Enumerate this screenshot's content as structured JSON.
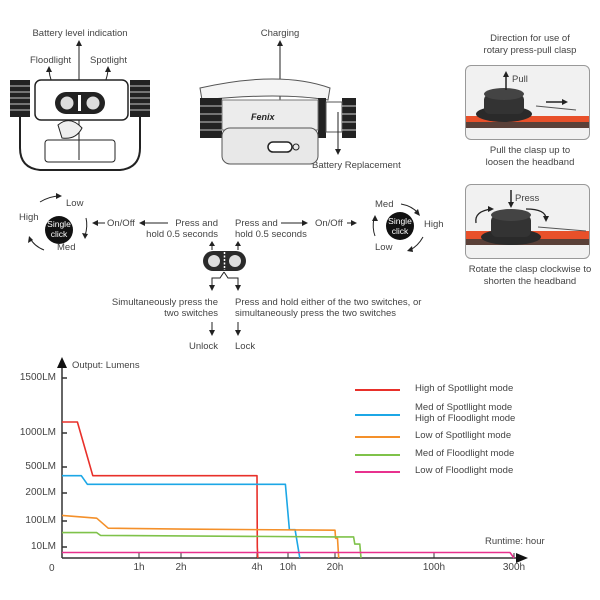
{
  "headlamp_views": {
    "front": {
      "battery_label": "Battery level indication",
      "floodlight_label": "Floodlight",
      "spotlight_label": "Spotlight"
    },
    "top": {
      "charging_label": "Charging",
      "battery_replacement_label": "Battery Replacement",
      "brand_mark": "Fenix"
    }
  },
  "clasp": {
    "title_line1": "Direction for use of",
    "title_line2": "rotary press-pull clasp",
    "pull": {
      "arrow_label": "Pull",
      "caption_line1": "Pull the clasp up to",
      "caption_line2": "loosen the headband"
    },
    "press": {
      "arrow_label": "Press",
      "caption_line1": "Rotate the clasp clockwise to",
      "caption_line2": "shorten the headband"
    },
    "strap_color": "#e8502a"
  },
  "operation": {
    "left_cycle": {
      "center_line1": "Single",
      "center_line2": "click",
      "modes": [
        "Low",
        "High",
        "Med"
      ],
      "on_off": "On/Off",
      "instruction_line1": "Press and",
      "instruction_line2": "hold 0.5 seconds"
    },
    "right_cycle": {
      "center_line1": "Single",
      "center_line2": "click",
      "modes": [
        "Med",
        "High",
        "Low"
      ],
      "on_off": "On/Off",
      "instruction_line1": "Press and",
      "instruction_line2": "hold 0.5 seconds"
    },
    "unlock": {
      "instruction_line1": "Simultaneously press the",
      "instruction_line2": "two switches",
      "result": "Unlock"
    },
    "lock": {
      "instruction_line1": "Press and hold either of the two switches, or",
      "instruction_line2": "simultaneously press the two switches",
      "result": "Lock"
    }
  },
  "chart_data": {
    "type": "line",
    "title": "",
    "ylabel": "Output: Lumens",
    "xlabel": "Runtime: hour",
    "y_ticks": [
      {
        "value": 10,
        "label": "10LM"
      },
      {
        "value": 100,
        "label": "100LM"
      },
      {
        "value": 200,
        "label": "200LM"
      },
      {
        "value": 500,
        "label": "500LM"
      },
      {
        "value": 1000,
        "label": "1000LM"
      },
      {
        "value": 1500,
        "label": "1500LM"
      }
    ],
    "x_ticks": [
      {
        "value": 1,
        "label": "1h"
      },
      {
        "value": 2,
        "label": "2h"
      },
      {
        "value": 4,
        "label": "4h"
      },
      {
        "value": 10,
        "label": "10h"
      },
      {
        "value": 20,
        "label": "20h"
      },
      {
        "value": 100,
        "label": "100h"
      },
      {
        "value": 300,
        "label": "300h"
      }
    ],
    "origin_label": "0",
    "axis_scale": "non-linear (tick-spaced)",
    "grid": false,
    "legend_position": "top-right",
    "series": [
      {
        "name": "High of Spotllight mode",
        "color": "#e8302a",
        "points": [
          [
            0,
            1100
          ],
          [
            0.2,
            1100
          ],
          [
            0.4,
            400
          ],
          [
            4.0,
            400
          ],
          [
            4.05,
            10
          ],
          [
            4.15,
            0
          ]
        ]
      },
      {
        "name": "Med of Spotllight mode / High of Floodlight mode",
        "legend_lines": [
          "Med of Spotllight mode",
          "High of Floodlight mode"
        ],
        "color": "#1ca7e6",
        "points": [
          [
            0,
            400
          ],
          [
            0.25,
            400
          ],
          [
            0.33,
            300
          ],
          [
            9.5,
            300
          ],
          [
            10.3,
            70
          ],
          [
            11.5,
            70
          ],
          [
            12.5,
            0
          ]
        ]
      },
      {
        "name": "Low of Spotllight mode",
        "color": "#f4902a",
        "points": [
          [
            0,
            120
          ],
          [
            0.45,
            110
          ],
          [
            0.6,
            75
          ],
          [
            2.0,
            72
          ],
          [
            20,
            68
          ],
          [
            20.5,
            40
          ],
          [
            22,
            40
          ],
          [
            23,
            0
          ]
        ]
      },
      {
        "name": "Med of Floodlight mode",
        "color": "#7fc24a",
        "points": [
          [
            0,
            60
          ],
          [
            0.45,
            60
          ],
          [
            0.5,
            50
          ],
          [
            20,
            45
          ],
          [
            35,
            45
          ],
          [
            36,
            20
          ],
          [
            40,
            20
          ],
          [
            41,
            0
          ]
        ]
      },
      {
        "name": "Low of Floodlight mode",
        "color": "#e8318e",
        "points": [
          [
            0,
            5
          ],
          [
            290,
            5
          ],
          [
            300,
            0
          ]
        ]
      }
    ]
  }
}
